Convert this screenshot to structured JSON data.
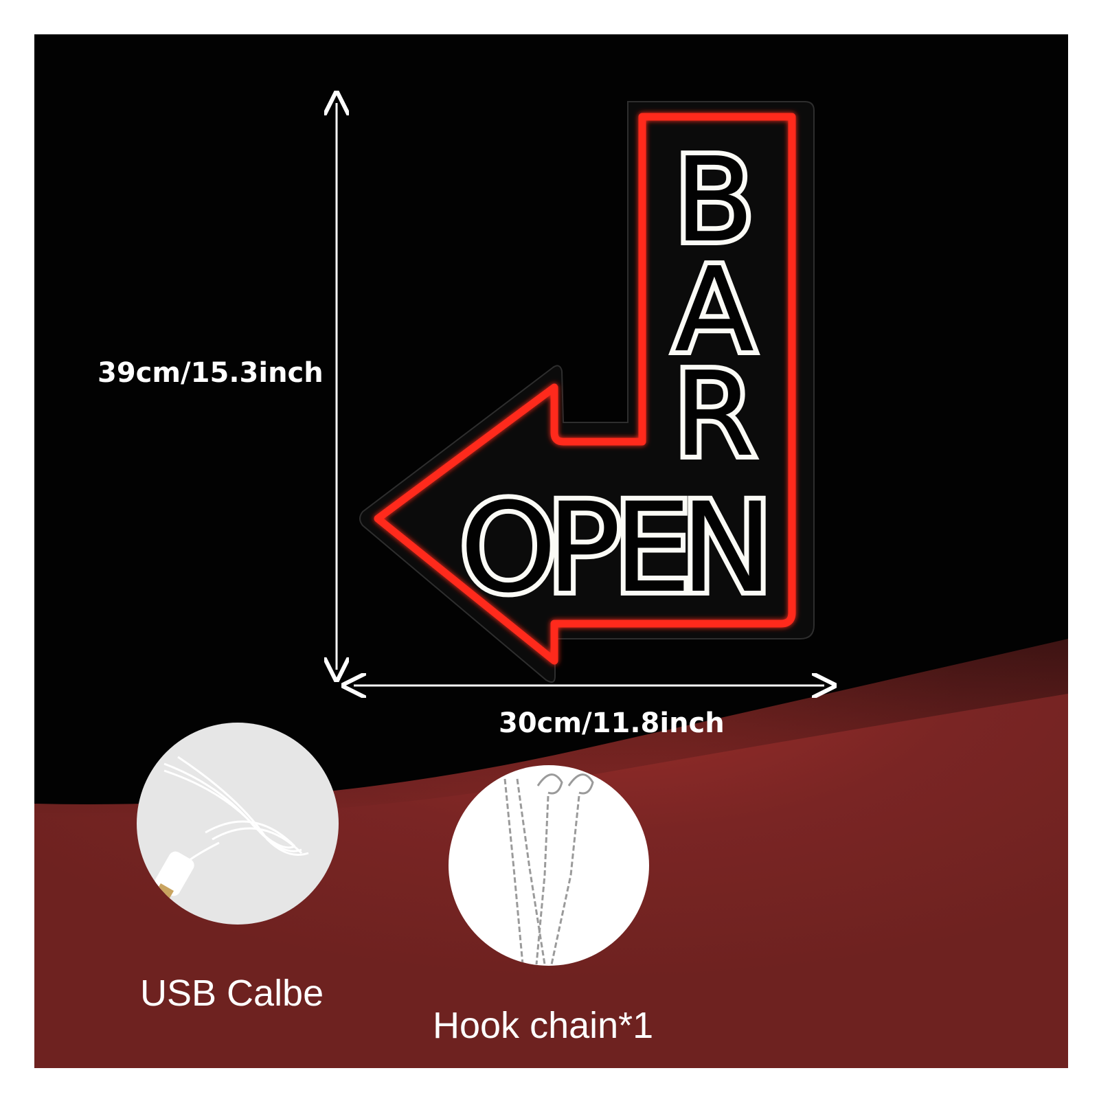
{
  "sign": {
    "word_vertical": [
      "B",
      "A",
      "R"
    ],
    "word_horizontal": [
      "O",
      "P",
      "E",
      "N"
    ]
  },
  "dimensions": {
    "height_label": "39cm/15.3inch",
    "width_label": "30cm/11.8inch"
  },
  "accessories": [
    {
      "label": "USB Calbe",
      "icon": "usb-cable-icon"
    },
    {
      "label": "Hook chain*1",
      "icon": "hook-chain-icon"
    }
  ],
  "colors": {
    "background": "#020202",
    "neon_red": "#ff2a1f",
    "neon_white": "#fbfbf6",
    "floor_red": "#7a2524"
  }
}
